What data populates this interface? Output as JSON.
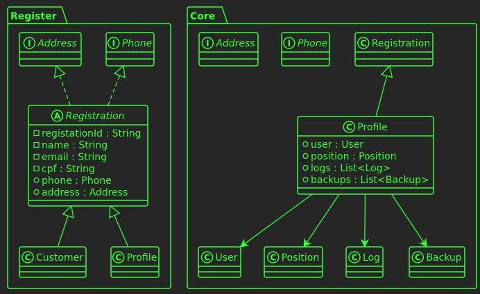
{
  "colors": {
    "background": "#262626",
    "stroke": "#33FF33"
  },
  "packages": [
    {
      "id": "register",
      "title": "Register"
    },
    {
      "id": "core",
      "title": "Core"
    }
  ],
  "classes": [
    {
      "id": "r-address",
      "package": "register",
      "kind": "interface",
      "stereotype": "I",
      "name": "Address",
      "italic": true,
      "members": []
    },
    {
      "id": "r-phone",
      "package": "register",
      "kind": "interface",
      "stereotype": "I",
      "name": "Phone",
      "italic": true,
      "members": []
    },
    {
      "id": "r-registration",
      "package": "register",
      "kind": "abstract",
      "stereotype": "A",
      "name": "Registration",
      "italic": true,
      "members": [
        {
          "visibility": "private",
          "text": "registationId : String"
        },
        {
          "visibility": "private",
          "text": "name : String"
        },
        {
          "visibility": "private",
          "text": "email : String"
        },
        {
          "visibility": "private",
          "text": "cpf : String"
        },
        {
          "visibility": "public",
          "text": "phone : Phone"
        },
        {
          "visibility": "public",
          "text": "address : Address"
        }
      ]
    },
    {
      "id": "r-customer",
      "package": "register",
      "kind": "class",
      "stereotype": "C",
      "name": "Customer",
      "italic": false,
      "members": []
    },
    {
      "id": "r-profile",
      "package": "register",
      "kind": "class",
      "stereotype": "C",
      "name": "Profile",
      "italic": false,
      "members": []
    },
    {
      "id": "c-address",
      "package": "core",
      "kind": "interface",
      "stereotype": "I",
      "name": "Address",
      "italic": true,
      "members": []
    },
    {
      "id": "c-phone",
      "package": "core",
      "kind": "interface",
      "stereotype": "I",
      "name": "Phone",
      "italic": true,
      "members": []
    },
    {
      "id": "c-registration",
      "package": "core",
      "kind": "class",
      "stereotype": "C",
      "name": "Registration",
      "italic": false,
      "members": []
    },
    {
      "id": "c-profile",
      "package": "core",
      "kind": "class",
      "stereotype": "C",
      "name": "Profile",
      "italic": false,
      "members": [
        {
          "visibility": "public",
          "text": "user : User"
        },
        {
          "visibility": "public",
          "text": "position : Position"
        },
        {
          "visibility": "public",
          "text": "logs : List<Log>"
        },
        {
          "visibility": "public",
          "text": "backups : List<Backup>"
        }
      ]
    },
    {
      "id": "c-user",
      "package": "core",
      "kind": "class",
      "stereotype": "C",
      "name": "User",
      "italic": false,
      "members": []
    },
    {
      "id": "c-position",
      "package": "core",
      "kind": "class",
      "stereotype": "C",
      "name": "Position",
      "italic": false,
      "members": []
    },
    {
      "id": "c-log",
      "package": "core",
      "kind": "class",
      "stereotype": "C",
      "name": "Log",
      "italic": false,
      "members": []
    },
    {
      "id": "c-backup",
      "package": "core",
      "kind": "class",
      "stereotype": "C",
      "name": "Backup",
      "italic": false,
      "members": []
    }
  ],
  "relations": [
    {
      "from": "r-registration",
      "to": "r-address",
      "type": "realization"
    },
    {
      "from": "r-registration",
      "to": "r-phone",
      "type": "realization"
    },
    {
      "from": "r-customer",
      "to": "r-registration",
      "type": "generalization"
    },
    {
      "from": "r-profile",
      "to": "r-registration",
      "type": "generalization"
    },
    {
      "from": "c-profile",
      "to": "c-registration",
      "type": "generalization"
    },
    {
      "from": "c-profile",
      "to": "c-user",
      "type": "association"
    },
    {
      "from": "c-profile",
      "to": "c-position",
      "type": "association"
    },
    {
      "from": "c-profile",
      "to": "c-log",
      "type": "association"
    },
    {
      "from": "c-profile",
      "to": "c-backup",
      "type": "association"
    }
  ]
}
